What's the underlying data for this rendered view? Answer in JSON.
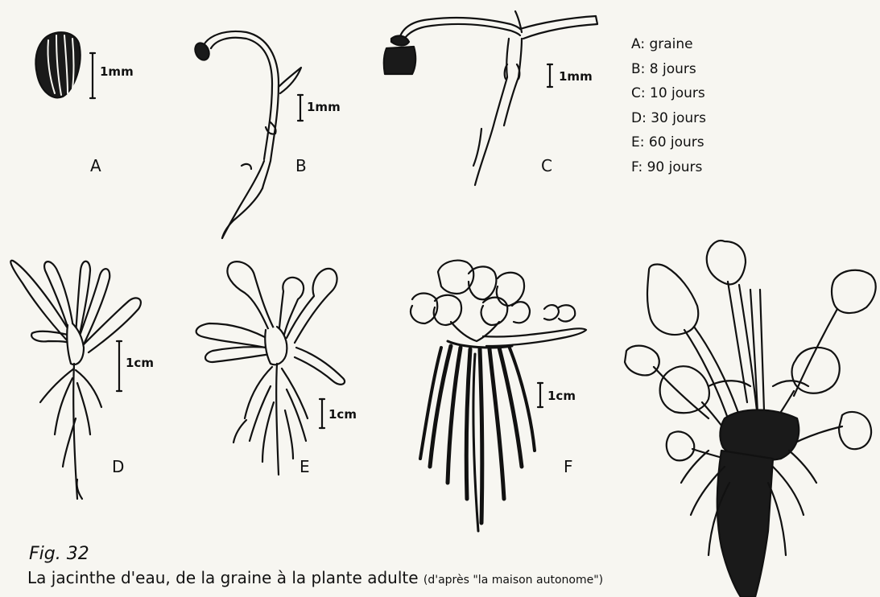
{
  "stages": [
    {
      "letter": "A",
      "scale": "1mm"
    },
    {
      "letter": "B",
      "scale": "1mm"
    },
    {
      "letter": "C",
      "scale": "1mm"
    },
    {
      "letter": "D",
      "scale": "1cm"
    },
    {
      "letter": "E",
      "scale": "1cm"
    },
    {
      "letter": "F",
      "scale": "1cm"
    }
  ],
  "legend": [
    "A: graine",
    "B: 8 jours",
    "C: 10 jours",
    "D: 30 jours",
    "E: 60 jours",
    "F: 90 jours"
  ],
  "figure_number": "Fig. 32",
  "caption": "La jacinthe d'eau, de la graine à la plante adulte",
  "caption_source": "(d'après \"la maison autonome\")"
}
